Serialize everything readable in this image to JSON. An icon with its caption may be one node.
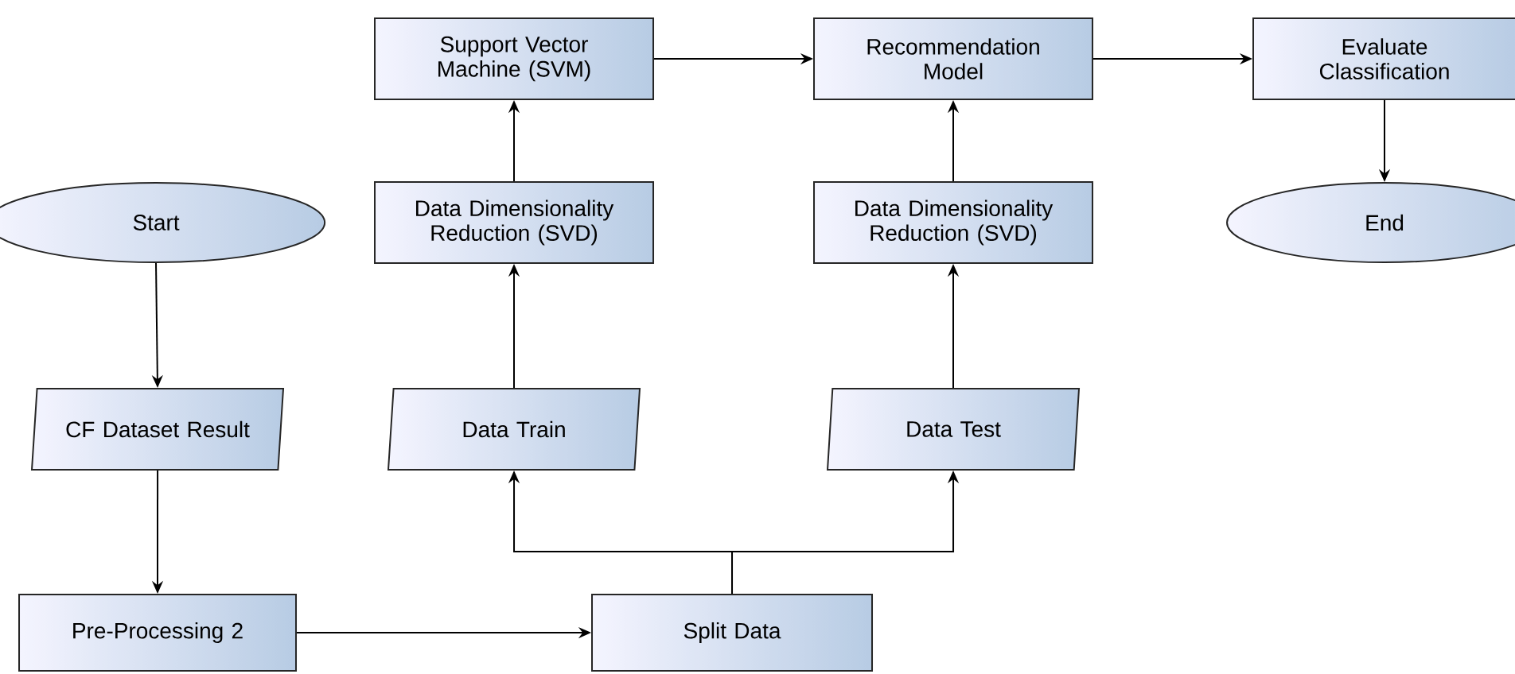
{
  "diagram": {
    "nodes": [
      {
        "text": [
          "Start"
        ]
      },
      {
        "text": [
          "CF Dataset Result"
        ]
      },
      {
        "text": [
          "Pre-Processing 2"
        ]
      },
      {
        "text": [
          "Split Data"
        ]
      },
      {
        "text": [
          "Data Train"
        ]
      },
      {
        "text": [
          "Data Test"
        ]
      },
      {
        "text": [
          "Data Dimensionality Reduction (SVD)"
        ]
      },
      {
        "text": [
          "Data Dimensionality Reduction (SVD)"
        ]
      },
      {
        "text": [
          "Support Vector Machine (SVM)"
        ]
      },
      {
        "text": [
          "Recommendation Model"
        ]
      },
      {
        "text": [
          "Evaluate Classification"
        ]
      },
      {
        "text": [
          "End"
        ]
      }
    ],
    "edges": [
      {
        "from": 0,
        "to": 1,
        "arrow": "to"
      },
      {
        "from": 1,
        "to": 2,
        "arrow": "to"
      },
      {
        "from": 2,
        "to": 3,
        "arrow": "to"
      },
      {
        "from": 3,
        "to": 4,
        "arrow": "to"
      },
      {
        "from": 3,
        "to": 5,
        "arrow": "to"
      },
      {
        "from": 4,
        "to": 6,
        "arrow": "to"
      },
      {
        "from": 6,
        "to": 8,
        "arrow": "to"
      },
      {
        "from": 5,
        "to": 7,
        "arrow": "to"
      },
      {
        "from": 7,
        "to": 9,
        "arrow": "to"
      },
      {
        "from": 8,
        "to": 9,
        "arrow": "to"
      },
      {
        "from": 9,
        "to": 10,
        "arrow": "to"
      },
      {
        "from": 10,
        "to": 11,
        "arrow": "to"
      }
    ]
  }
}
